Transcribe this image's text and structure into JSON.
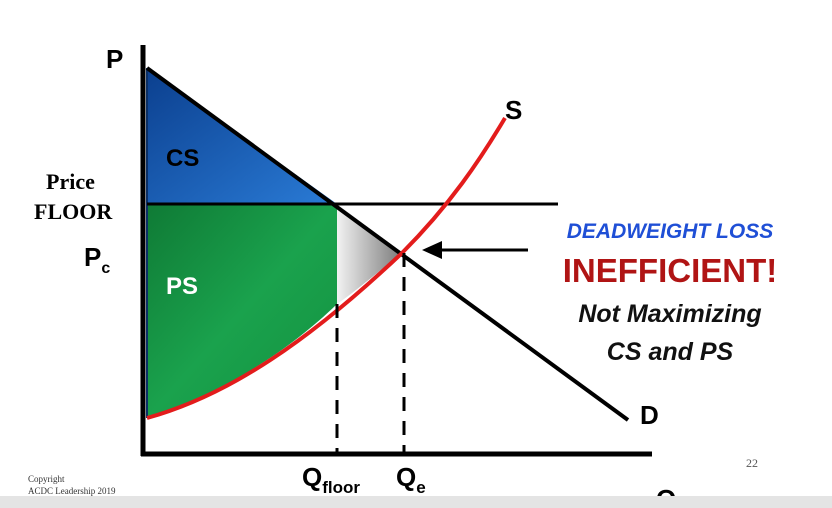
{
  "axes": {
    "y_label": "P",
    "x_label": "Q"
  },
  "price_labels": {
    "floor_line1": "Price",
    "floor_line2": "FLOOR",
    "pc_main": "P",
    "pc_sub": "c"
  },
  "regions": {
    "cs": "CS",
    "ps": "PS"
  },
  "curves": {
    "supply": "S",
    "demand": "D"
  },
  "quantity_labels": {
    "qfloor_main": "Q",
    "qfloor_sub": "floor",
    "qe_main": "Q",
    "qe_sub": "e"
  },
  "annotations": {
    "deadweight": "DEADWEIGHT LOSS",
    "inefficient": "INEFFICIENT!",
    "not_max_line1": "Not Maximizing",
    "not_max_line2": "CS and PS"
  },
  "footer": {
    "copyright_line1": "Copyright",
    "copyright_line2": "ACDC Leadership 2019",
    "page_number": "22"
  },
  "colors": {
    "cs_fill": "#1560b4",
    "ps_fill": "#17a24a",
    "supply": "#e31c1c",
    "demand": "#000000",
    "deadweight_text": "#1f4fd6",
    "inefficient_text": "#b01414"
  }
}
